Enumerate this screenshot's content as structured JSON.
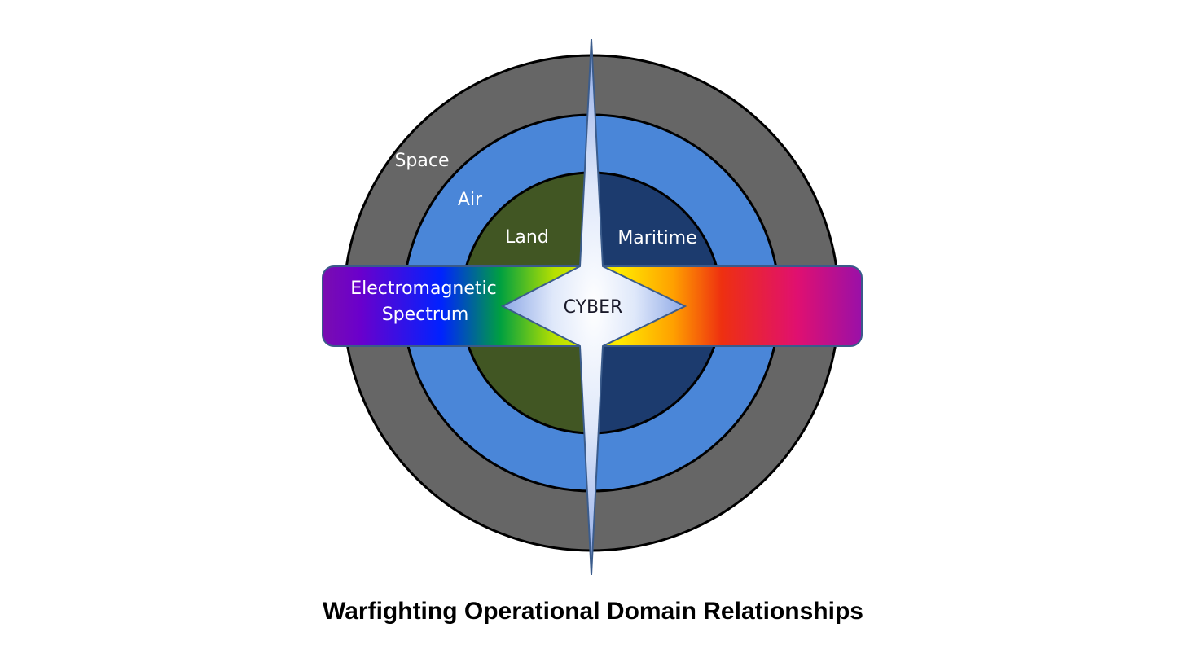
{
  "diagram": {
    "domains": {
      "space": "Space",
      "air": "Air",
      "land": "Land",
      "maritime": "Maritime",
      "em_line1": "Electromagnetic",
      "em_line2": "Spectrum",
      "cyber": "CYBER"
    },
    "caption": "Warfighting Operational Domain Relationships"
  },
  "colors": {
    "space": "#666666",
    "air": "#4a86d8",
    "land": "#415623",
    "maritime": "#1c3b6e",
    "cyber_light": "#ffffff",
    "cyber_dark": "#8da8e6",
    "outline": "#000000"
  }
}
